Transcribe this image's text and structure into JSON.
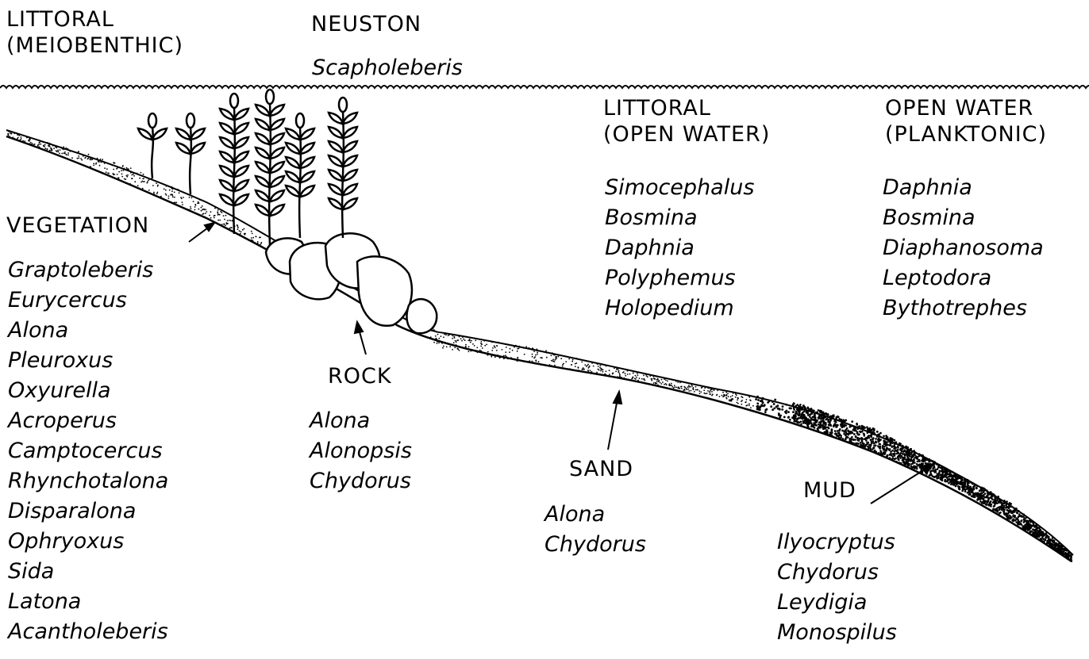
{
  "zones": {
    "littoral_meiobenthic": {
      "line1": "LITTORAL",
      "line2": "(MEIOBENTHIC)"
    },
    "neuston": {
      "label": "NEUSTON",
      "taxa": [
        "Scapholeberis"
      ]
    },
    "littoral_open_water": {
      "line1": "LITTORAL",
      "line2": "(OPEN WATER)",
      "taxa": [
        "Simocephalus",
        "Bosmina",
        "Daphnia",
        "Polyphemus",
        "Holopedium"
      ]
    },
    "open_water_planktonic": {
      "line1": "OPEN WATER",
      "line2": "(PLANKTONIC)",
      "taxa": [
        "Daphnia",
        "Bosmina",
        "Diaphanosoma",
        "Leptodora",
        "Bythotrephes"
      ]
    }
  },
  "habitats": {
    "vegetation": {
      "label": "VEGETATION",
      "taxa": [
        "Graptoleberis",
        "Eurycercus",
        "Alona",
        "Pleuroxus",
        "Oxyurella",
        "Acroperus",
        "Camptocercus",
        "Rhynchotalona",
        "Disparalona",
        "Ophryoxus",
        "Sida",
        "Latona",
        "Acantholeberis"
      ]
    },
    "rock": {
      "label": "ROCK",
      "taxa": [
        "Alona",
        "Alonopsis",
        "Chydorus"
      ]
    },
    "sand": {
      "label": "SAND",
      "taxa": [
        "Alona",
        "Chydorus"
      ]
    },
    "mud": {
      "label": "MUD",
      "taxa": [
        "Ilyocryptus",
        "Chydorus",
        "Leydigia",
        "Monospilus"
      ]
    }
  }
}
